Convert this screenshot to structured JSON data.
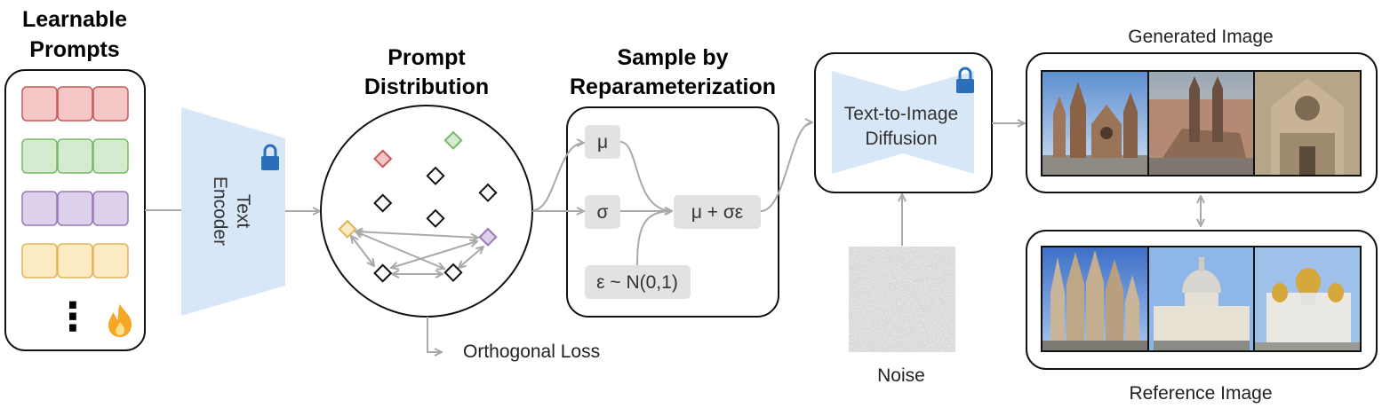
{
  "titles": {
    "learnable_prompts_line1": "Learnable",
    "learnable_prompts_line2": "Prompts",
    "prompt_distribution_line1": "Prompt",
    "prompt_distribution_line2": "Distribution",
    "sample_line1": "Sample by",
    "sample_line2": "Reparameterization"
  },
  "labels": {
    "text_encoder_line1": "Text",
    "text_encoder_line2": "Encoder",
    "orthogonal_loss": "Orthogonal Loss",
    "mu": "μ",
    "sigma": "σ",
    "epsilon": "ε ~ N(0,1)",
    "combine": "μ + σε",
    "diffusion_line1": "Text-to-Image",
    "diffusion_line2": "Diffusion",
    "noise": "Noise",
    "generated_image": "Generated Image",
    "reference_image": "Reference Image",
    "ellipsis": "⋮"
  },
  "colors": {
    "prompt_rows": [
      {
        "fill": "#f5c6c6",
        "stroke": "#c85a5a"
      },
      {
        "fill": "#d5ebcf",
        "stroke": "#79b86a"
      },
      {
        "fill": "#ddd0ea",
        "stroke": "#9a78b8"
      },
      {
        "fill": "#fdebc4",
        "stroke": "#e0b45a"
      }
    ],
    "encoder_fill": "#d8e7f8",
    "lock": "#2a6fb8",
    "fire": "#f5a623",
    "arrow": "#a9a9a9"
  },
  "icons": [
    "lock-icon",
    "fire-icon"
  ]
}
